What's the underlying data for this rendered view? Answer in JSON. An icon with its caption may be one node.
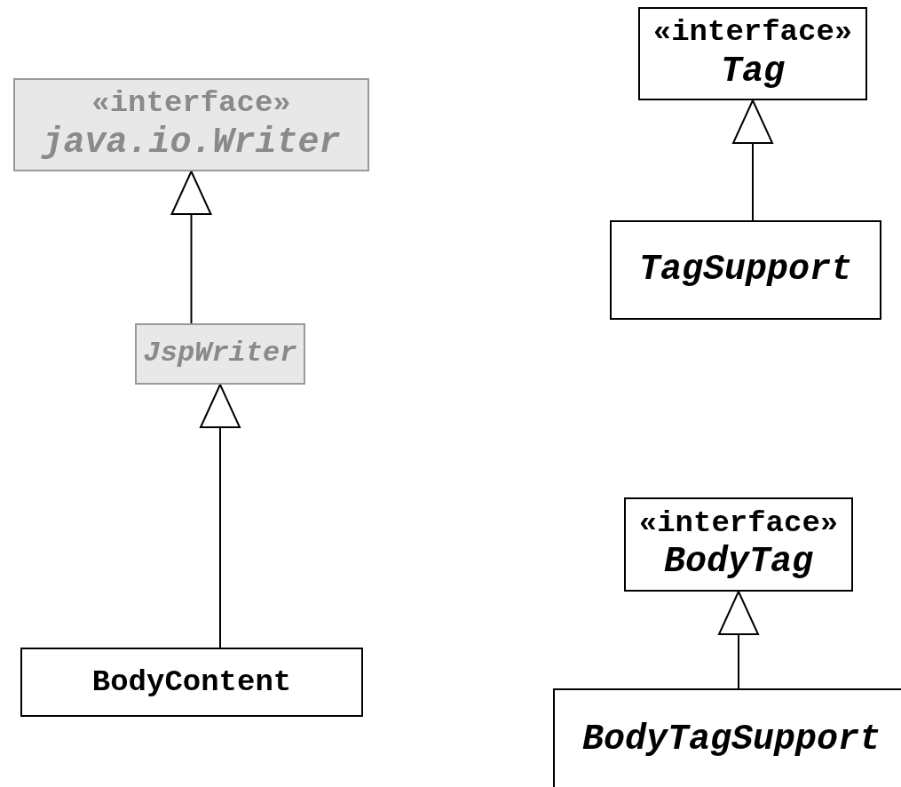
{
  "diagram": {
    "nodes": [
      {
        "text": [
          "«interface»",
          "java.io.Writer"
        ]
      },
      {
        "text": [
          "JspWriter"
        ]
      },
      {
        "text": [
          "BodyContent"
        ]
      },
      {
        "text": [
          "«interface»",
          "Tag"
        ]
      },
      {
        "text": [
          "TagSupport"
        ]
      },
      {
        "text": [
          "«interface»",
          "BodyTag"
        ]
      },
      {
        "text": [
          "BodyTagSupport"
        ]
      }
    ],
    "edges": [
      {
        "from": 1,
        "to": 0,
        "arrow": "to"
      },
      {
        "from": 2,
        "to": 1,
        "arrow": "to"
      },
      {
        "from": 4,
        "to": 3,
        "arrow": "to"
      },
      {
        "from": 6,
        "to": 5,
        "arrow": "to"
      }
    ]
  }
}
